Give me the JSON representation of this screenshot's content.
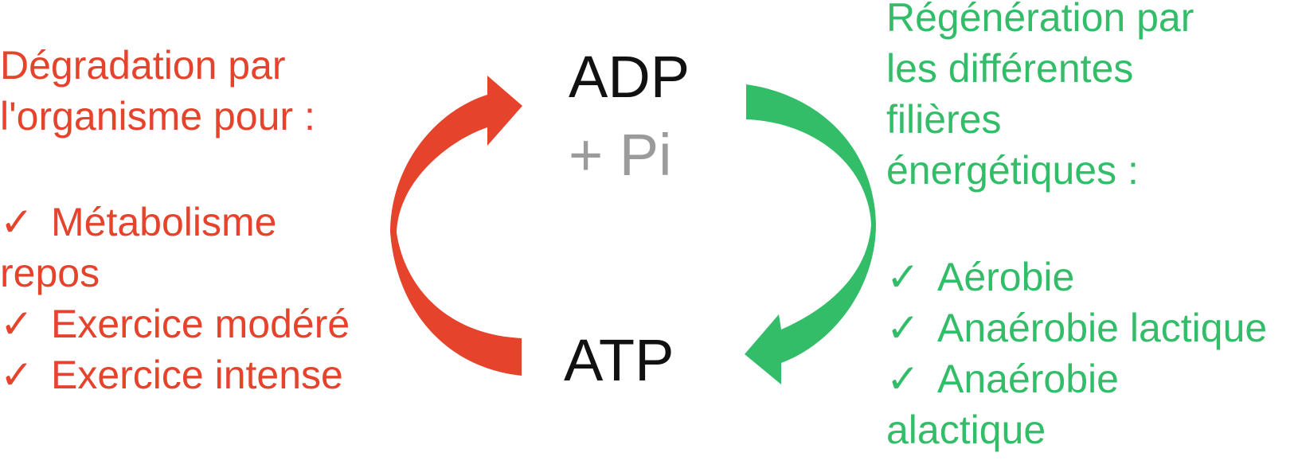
{
  "center": {
    "adp": "ADP",
    "pi": "+ Pi",
    "atp": "ATP"
  },
  "left": {
    "title_line1": "Dégradation par",
    "title_line2": "l'organisme pour :",
    "items": [
      {
        "check": "✓",
        "line1": "Métabolisme",
        "line2": "repos"
      },
      {
        "check": "✓",
        "line1": "Exercice modéré"
      },
      {
        "check": "✓",
        "line1": "Exercice intense"
      }
    ]
  },
  "right": {
    "title_line1": "Régénération par",
    "title_line2": "les différentes",
    "title_line3": "filières",
    "title_line4": "énergétiques :",
    "items": [
      {
        "check": "✓",
        "line1": "Aérobie"
      },
      {
        "check": "✓",
        "line1": "Anaérobie lactique"
      },
      {
        "check": "✓",
        "line1": "Anaérobie",
        "line2": "alactique"
      }
    ]
  },
  "colors": {
    "red": "#e5432b",
    "green": "#33bd69",
    "black": "#111111",
    "gray": "#9b9b9b"
  }
}
